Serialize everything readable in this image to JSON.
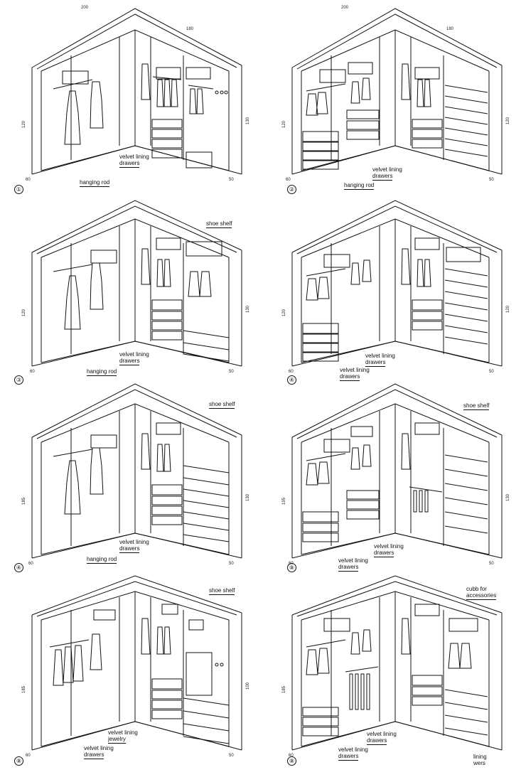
{
  "labels": {
    "velvet_lining": "velvet lining",
    "drawers": "drawers",
    "hanging_rod": "hanging rod",
    "shoe_shelf": "shoe shelf",
    "jewelry": "jewelry",
    "cubb_1": "cubb for",
    "cubb_2": "accessories",
    "partial_1": "lining",
    "partial_2": "wers"
  },
  "dims": {
    "d200": "200",
    "d180": "180",
    "d120": "120",
    "d130": "130",
    "d185": "185",
    "d195": "195",
    "d100": "100",
    "d60": "60",
    "d50": "50",
    "d120b": "120"
  },
  "numbers": [
    "①",
    "②",
    "③",
    "④",
    "④",
    "⑧",
    "⑧",
    "⑧"
  ]
}
